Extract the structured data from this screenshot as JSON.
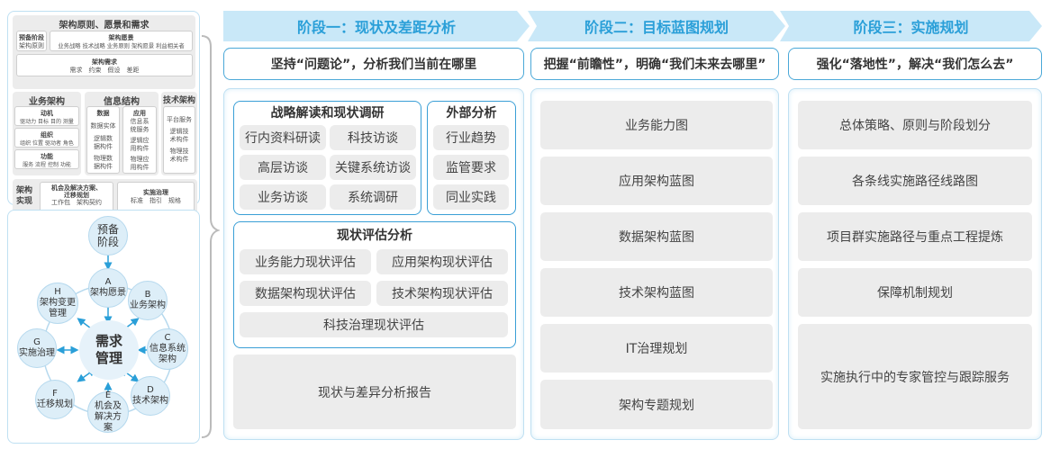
{
  "left_top": {
    "title": "架构原则、愿景和需求",
    "prelim": {
      "title": "预备阶段",
      "items": "架构原则"
    },
    "vision": {
      "title": "架构愿景",
      "items": "业务战略 技术战略 业务原则 架构愿景 利益相关者"
    },
    "requirements": {
      "title": "架构需求",
      "items": "需求　约束　假设　差距"
    },
    "business": {
      "title": "业务架构",
      "blocks": [
        {
          "title": "动机",
          "items": "驱动力 目标 目的 测量"
        },
        {
          "title": "组织",
          "items": "组织 位置 驱动者 角色"
        },
        {
          "title": "功能",
          "items": "服务 流程 控制 功能"
        }
      ]
    },
    "info": {
      "title": "信息结构",
      "data": {
        "title": "数据",
        "items": [
          "数据实体",
          "逻辑数据构件",
          "物理数据构件"
        ]
      },
      "app": {
        "title": "应用",
        "items": [
          "信息系统服务",
          "逻辑应用构件",
          "物理应用构件"
        ]
      }
    },
    "tech": {
      "title": "技术架构",
      "items": [
        "平台服务",
        "逻辑技术构件",
        "物理技术构件"
      ]
    },
    "realize": {
      "title": "架构实现",
      "opp": {
        "title": "机会及解决方案、迁移规划",
        "items": "工作包　架构契约"
      },
      "gov": {
        "title": "实施治理",
        "items": "标准　指引　规格"
      }
    }
  },
  "cycle": {
    "center": "需求管理",
    "prelim": "预备阶段",
    "nodes": [
      {
        "letter": "A",
        "label": "架构愿景"
      },
      {
        "letter": "B",
        "label": "业务架构"
      },
      {
        "letter": "C",
        "label": "信息系统架构"
      },
      {
        "letter": "D",
        "label": "技术架构"
      },
      {
        "letter": "E",
        "label": "机会及解决方案"
      },
      {
        "letter": "F",
        "label": "迁移规划"
      },
      {
        "letter": "G",
        "label": "实施治理"
      },
      {
        "letter": "H",
        "label": "架构变更管理"
      }
    ]
  },
  "phases": [
    {
      "title": "阶段一：现状及差距分析",
      "subtitle": "坚持“问题论”，分析我们当前在哪里",
      "strategy": {
        "title": "战略解读和现状调研",
        "items": [
          "行内资料研读",
          "科技访谈",
          "高层访谈",
          "关键系统访谈",
          "业务访谈",
          "系统调研"
        ]
      },
      "external": {
        "title": "外部分析",
        "items": [
          "行业趋势",
          "监管要求",
          "同业实践"
        ]
      },
      "assessment": {
        "title": "现状评估分析",
        "items": [
          "业务能力现状评估",
          "应用架构现状评估",
          "数据架构现状评估",
          "技术架构现状评估",
          "科技治理现状评估"
        ]
      },
      "report": "现状与差异分析报告"
    },
    {
      "title": "阶段二：目标蓝图规划",
      "subtitle": "把握“前瞻性”，明确“我们未来去哪里”",
      "items": [
        "业务能力图",
        "应用架构蓝图",
        "数据架构蓝图",
        "技术架构蓝图",
        "IT治理规划",
        "架构专题规划"
      ]
    },
    {
      "title": "阶段三：实施规划",
      "subtitle": "强化“落地性”，解决“我们怎么去”",
      "items": [
        "总体策略、原则与阶段划分",
        "各条线实施路径线路图",
        "项目群实施路径与重点工程提炼",
        "保障机制规划",
        "实施执行中的专家管控与跟踪服务"
      ]
    }
  ],
  "colors": {
    "header_bg": "#c9e8f8",
    "header_text": "#2a9fd8",
    "border": "#3a9fd6",
    "gray": "#ececec"
  }
}
